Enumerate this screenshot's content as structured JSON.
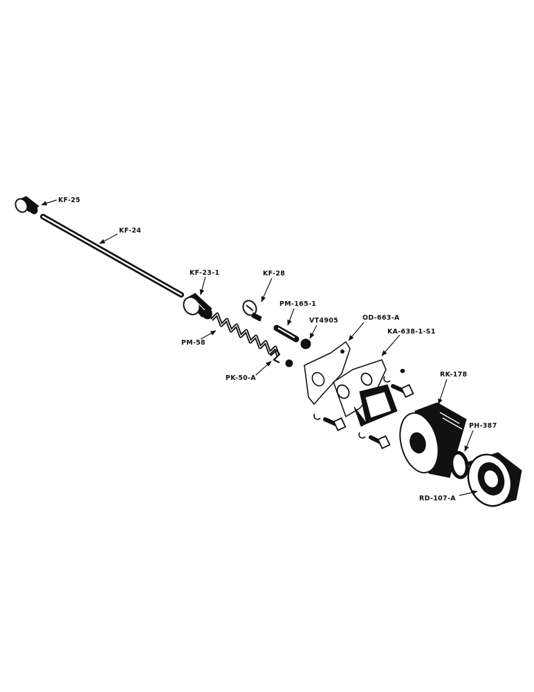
{
  "diagram": {
    "type": "exploded parts diagram",
    "background": "#ffffff",
    "ink": "#111111",
    "labels": {
      "kf25": "KF-25",
      "kf24": "KF-24",
      "kf231": "KF-23-1",
      "kf28": "KF-28",
      "pm1651": "PM-165-1",
      "vt4905": "VT4905",
      "pm58": "PM-58",
      "pk50a": "PK-50-A",
      "od663a": "OD-663-A",
      "ka638": "KA-638-1-S1",
      "rk178": "RK-178",
      "ph387": "PH-387",
      "rd107a": "RD-107-A"
    }
  }
}
